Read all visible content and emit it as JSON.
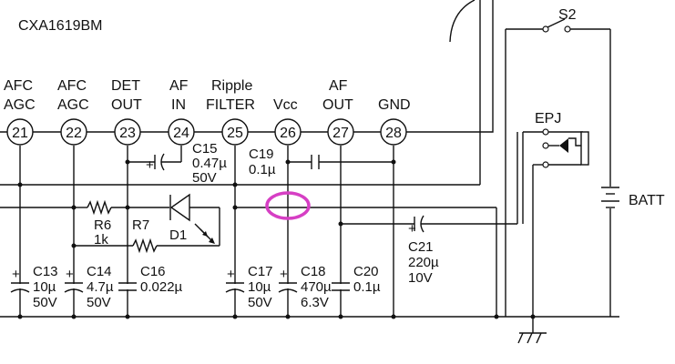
{
  "title": "CXA1619BM",
  "pins": [
    {
      "num": "21",
      "l1": "AFC",
      "l2": "AGC"
    },
    {
      "num": "22",
      "l1": "AFC",
      "l2": "AGC"
    },
    {
      "num": "23",
      "l1": "DET",
      "l2": "OUT"
    },
    {
      "num": "24",
      "l1": "AF",
      "l2": "IN"
    },
    {
      "num": "25",
      "l1": "Ripple",
      "l2": "FILTER"
    },
    {
      "num": "26",
      "l1": "",
      "l2": "Vcc"
    },
    {
      "num": "27",
      "l1": "AF",
      "l2": "OUT"
    },
    {
      "num": "28",
      "l1": "",
      "l2": "GND"
    }
  ],
  "components": {
    "c15": {
      "name": "C15",
      "val": "0.47µ",
      "v": "50V"
    },
    "c19": {
      "name": "C19",
      "val": "0.1µ"
    },
    "r6": {
      "name": "R6",
      "val": "1k"
    },
    "r7": {
      "name": "R7"
    },
    "d1": {
      "name": "D1"
    },
    "c13": {
      "name": "C13",
      "val": "10µ",
      "v": "50V"
    },
    "c14": {
      "name": "C14",
      "val": "4.7µ",
      "v": "50V"
    },
    "c16": {
      "name": "C16",
      "val": "0.022µ"
    },
    "c17": {
      "name": "C17",
      "val": "10µ",
      "v": "50V"
    },
    "c18": {
      "name": "C18",
      "val": "470µ",
      "v": "6.3V"
    },
    "c20": {
      "name": "C20",
      "val": "0.1µ"
    },
    "c21": {
      "name": "C21",
      "val": "220µ",
      "v": "10V"
    },
    "s2": {
      "name": "S2"
    },
    "epj": {
      "name": "EPJ"
    },
    "batt": {
      "name": "BATT"
    }
  },
  "colors": {
    "ink": "#111111",
    "highlight": "#d63fc4"
  }
}
